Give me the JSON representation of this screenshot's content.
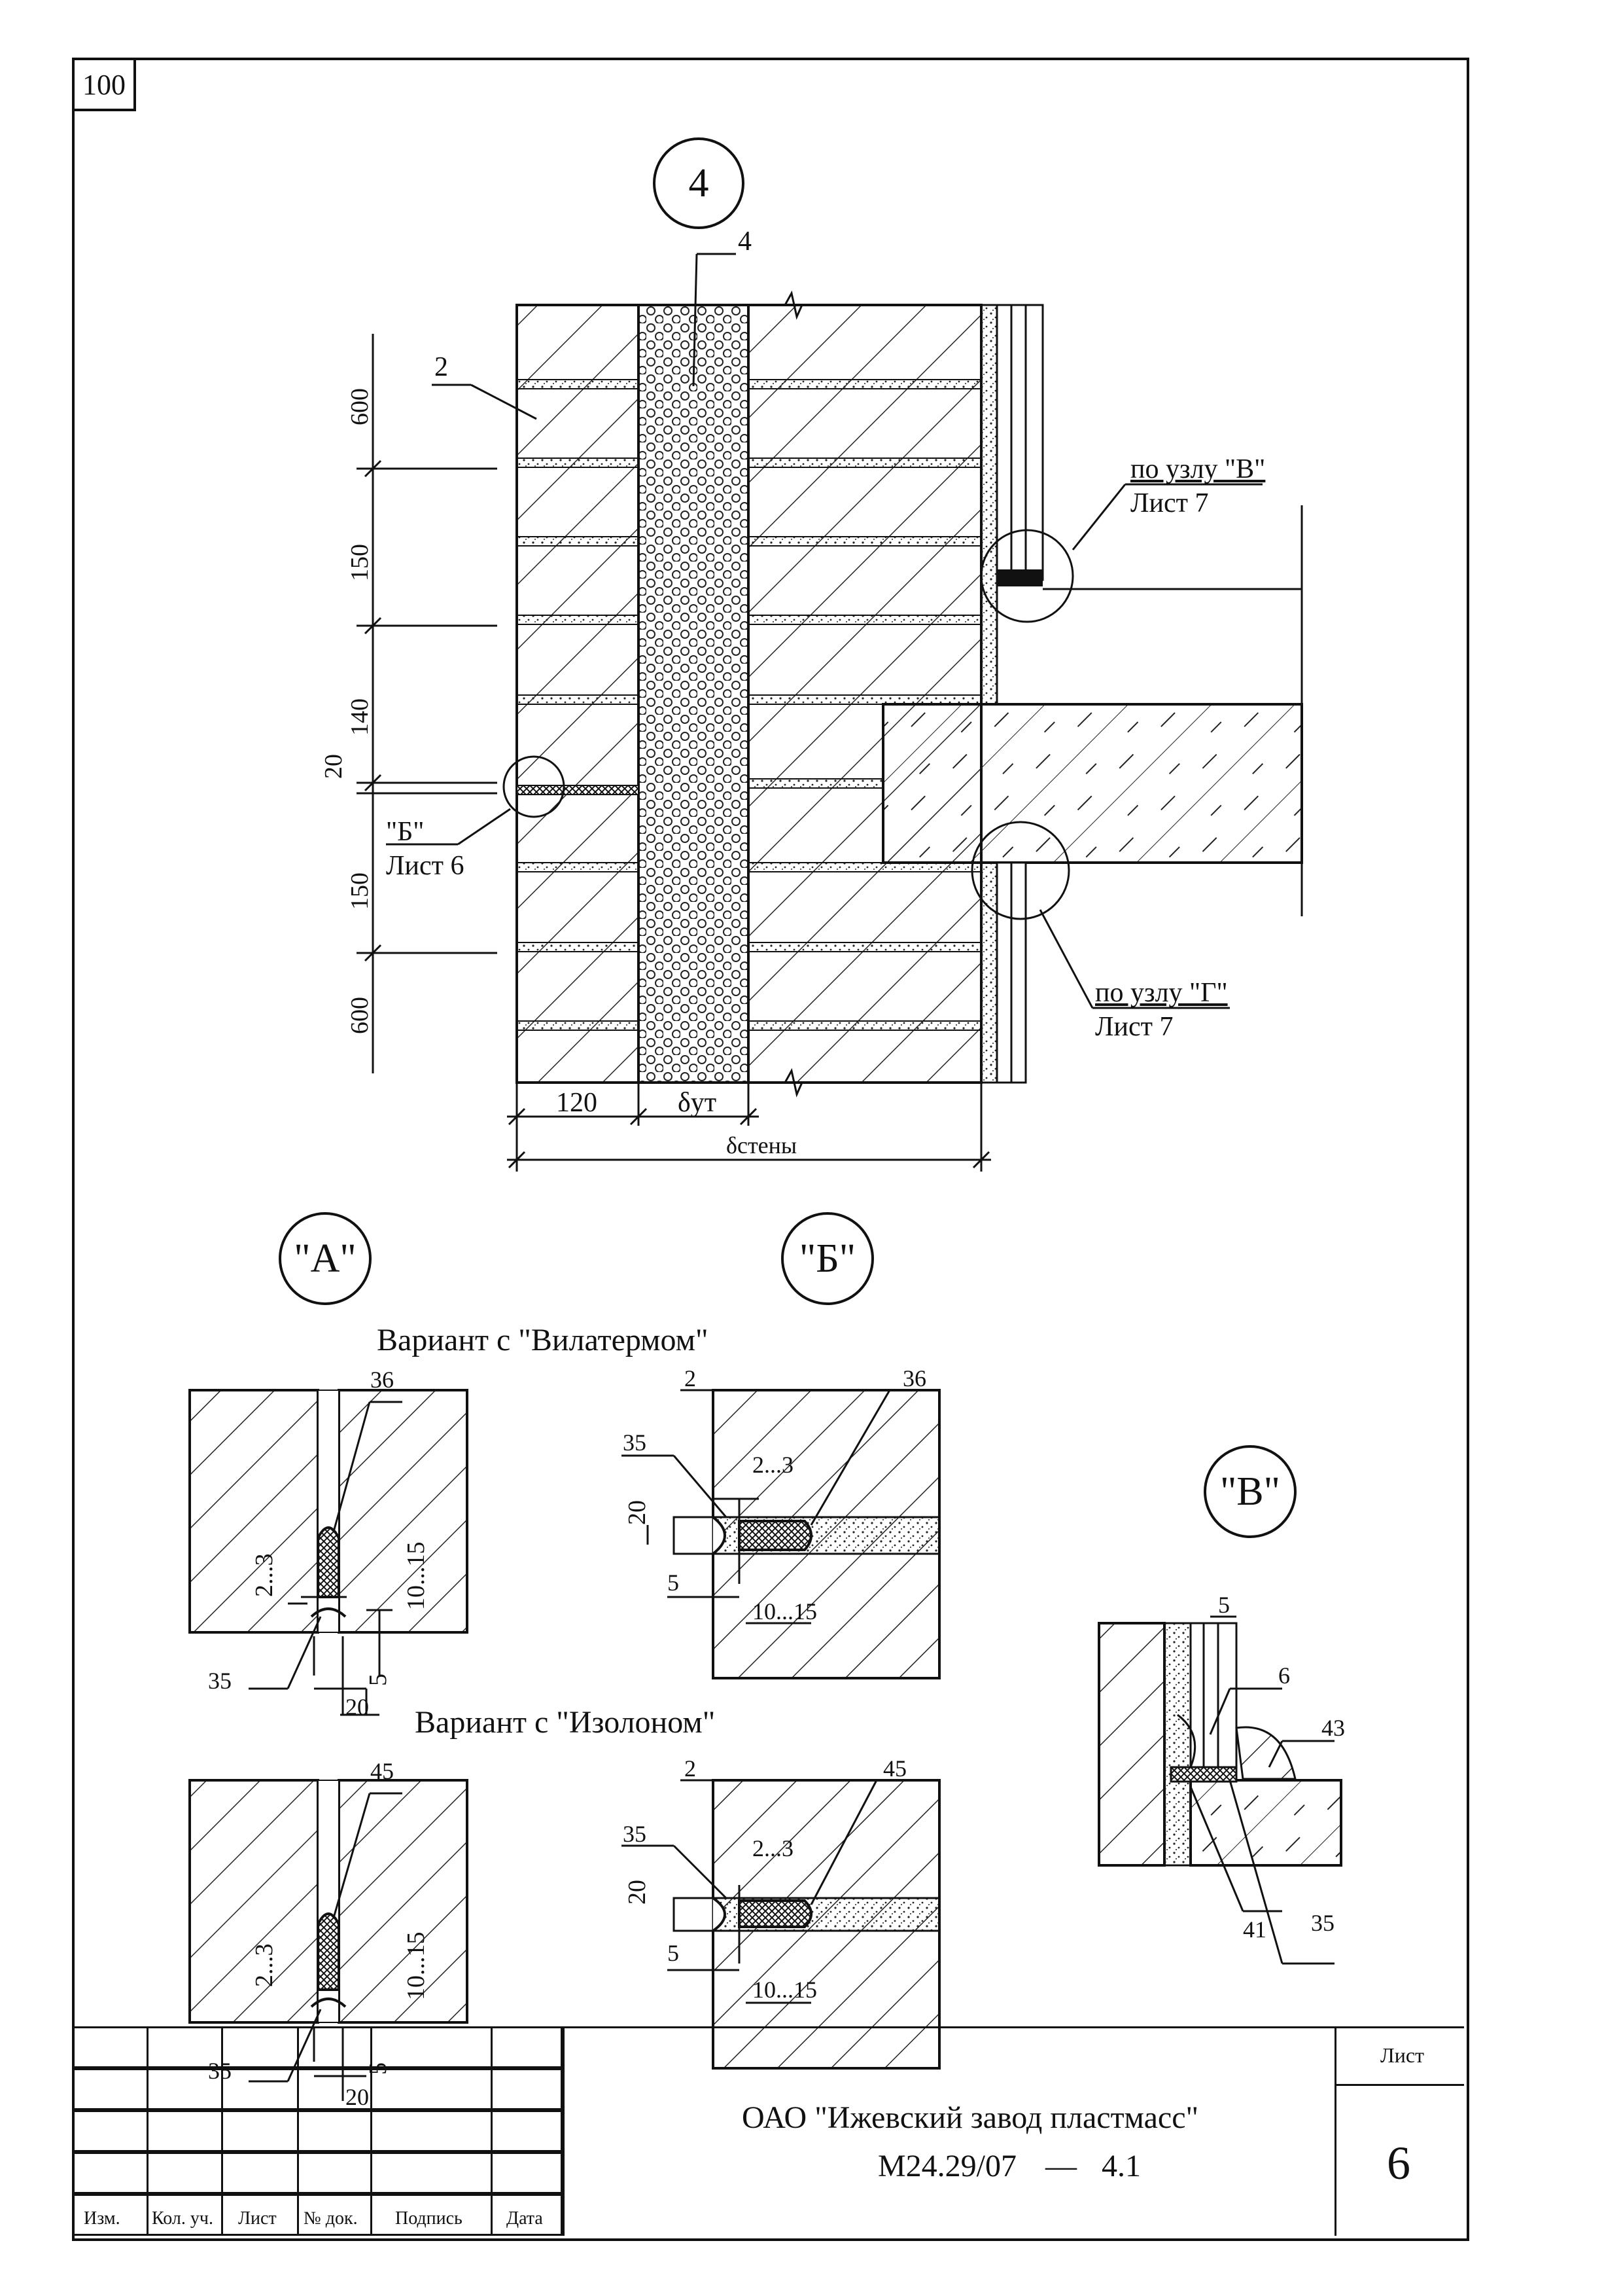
{
  "sheet_corner_number": "100",
  "main_view": {
    "marker": "4",
    "labels": {
      "item_4": "4",
      "item_2": "2",
      "node_v_ref": "по узлу \"В\"",
      "node_v_sheet": "Лист 7",
      "node_g_ref": "по узлу \"Г\"",
      "node_g_sheet": "Лист 7",
      "node_b_ref": "\"Б\"",
      "node_b_sheet": "Лист 6"
    },
    "vertical_dims": [
      "600",
      "150",
      "140",
      "20",
      "150",
      "600"
    ],
    "bottom_dims": {
      "brick": "120",
      "insulation": "δут",
      "wall": "δстены"
    }
  },
  "details": {
    "a": {
      "marker": "\"А\""
    },
    "b": {
      "marker": "\"Б\""
    },
    "v": {
      "marker": "\"В\""
    },
    "variant_vilaterm": "Вариант с \"Вилатермом\"",
    "variant_izolon": "Вариант с \"Изолоном\"",
    "a1_labels": {
      "item": "36",
      "gap": "2...3",
      "depth": "10...15",
      "sealant": "35",
      "width": "20",
      "offset": "5"
    },
    "b1_labels": {
      "brick": "2",
      "item": "36",
      "sealant": "35",
      "gap": "2...3",
      "height": "20",
      "offset": "5",
      "depth": "10...15"
    },
    "a2_labels": {
      "item": "45",
      "gap": "2...3",
      "depth": "10...15",
      "sealant": "35",
      "width": "20",
      "offset": "5"
    },
    "b2_labels": {
      "brick": "2",
      "item": "45",
      "sealant": "35",
      "gap": "2...3",
      "height": "20",
      "offset": "5",
      "depth": "10...15"
    },
    "v_labels": {
      "a": "5",
      "b": "6",
      "c": "43",
      "d": "41",
      "e": "35"
    }
  },
  "title_block": {
    "columns": [
      "Изм.",
      "Кол. уч.",
      "Лист",
      "№ док.",
      "Подпись",
      "Дата"
    ],
    "organization": "ОАО \"Ижевский завод пластмасс\"",
    "document_code": "М24.29/07",
    "dash": "—",
    "document_part": "4.1",
    "sheet_label": "Лист",
    "sheet_number": "6"
  }
}
